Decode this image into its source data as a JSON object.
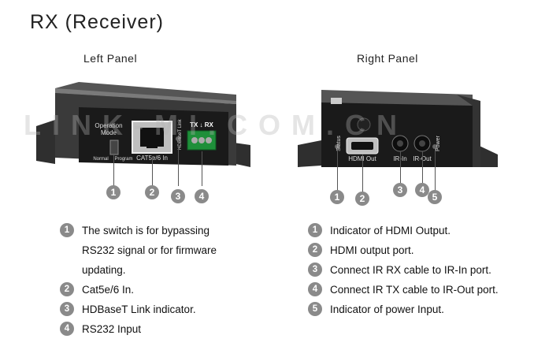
{
  "title": "RX (Receiver)",
  "left_panel": {
    "label": "Left Panel",
    "device": {
      "operation_mode": [
        "Operation",
        "Mode"
      ],
      "normal": "Normal",
      "program": "Program",
      "cat_port": "CAT5e/6 In",
      "link": "HDBaseT Link",
      "tx_rx": "TX ↓ RX"
    },
    "items": [
      {
        "num": "1",
        "lines": [
          "The switch is for bypassing",
          "RS232 signal or for firmware",
          "updating."
        ]
      },
      {
        "num": "2",
        "lines": [
          "Cat5e/6 In."
        ]
      },
      {
        "num": "3",
        "lines": [
          "HDBaseT Link indicator."
        ]
      },
      {
        "num": "4",
        "lines": [
          "RS232 Input"
        ]
      }
    ]
  },
  "right_panel": {
    "label": "Right Panel",
    "device": {
      "status": "Status",
      "hdmi_out": "HDMI Out",
      "ir_in": "IR-In",
      "ir_out": "IR-Out",
      "power": "Power"
    },
    "items": [
      {
        "num": "1",
        "lines": [
          "Indicator of HDMI Output."
        ]
      },
      {
        "num": "2",
        "lines": [
          "HDMI output port."
        ]
      },
      {
        "num": "3",
        "lines": [
          "Connect IR RX cable to IR-In port."
        ]
      },
      {
        "num": "4",
        "lines": [
          "Connect IR TX cable to IR-Out port."
        ]
      },
      {
        "num": "5",
        "lines": [
          "Indicator of power Input."
        ]
      }
    ]
  },
  "markers_left": [
    "1",
    "2",
    "3",
    "4"
  ],
  "markers_right": [
    "1",
    "2",
    "3",
    "4",
    "5"
  ],
  "watermark": "LINK-MI.COM.CN"
}
